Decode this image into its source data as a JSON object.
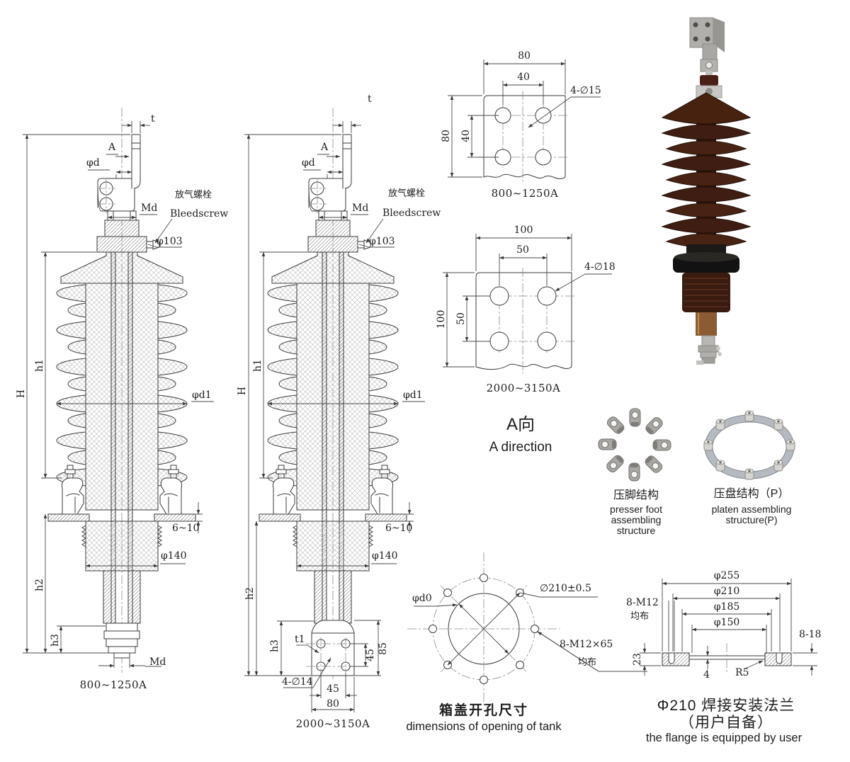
{
  "left_view": {
    "caption": "800~1250A",
    "t": "t",
    "a": "A",
    "phi_d": "φd",
    "md_top": "Md",
    "bleed_cn": "放气螺栓",
    "bleed_en": "Bleedscrew",
    "phi_103": "φ103",
    "h_total": "H",
    "h1": "h1",
    "phi_d1": "φd1",
    "plate_gap": "6~10",
    "phi_140": "φ140",
    "h2": "h2",
    "h3": "h3",
    "md_bottom": "Md"
  },
  "mid_view": {
    "caption": "2000~3150A",
    "t": "t",
    "a": "A",
    "phi_d": "φd",
    "md_top": "Md",
    "bleed_cn": "放气螺栓",
    "bleed_en": "Bleedscrew",
    "phi_103": "φ103",
    "h_total": "H",
    "h1": "h1",
    "phi_d1": "φd1",
    "plate_gap": "6~10",
    "phi_140": "φ140",
    "h2": "h2",
    "h3": "h3",
    "t1": "t1",
    "holes": "4-∅14",
    "hole_pitch_x": "45",
    "pad_w": "80",
    "hole_pitch_y": "45",
    "pad_h": "85"
  },
  "plate_small": {
    "caption": "800~1250A",
    "outer_w": "80",
    "pitch_w": "40",
    "outer_h": "80",
    "pitch_h": "40",
    "holes": "4-∅15"
  },
  "plate_large": {
    "caption": "2000~3150A",
    "outer_w": "100",
    "pitch_w": "50",
    "outer_h": "100",
    "pitch_h": "50",
    "holes": "4-∅18"
  },
  "a_view": {
    "cn": "A向",
    "en": "A direction"
  },
  "presser_foot": {
    "cn": "压脚结构",
    "en1": "presser foot",
    "en2": "assembling",
    "en3": "structure"
  },
  "platen": {
    "cn": "压盘结构（P）",
    "en1": "platen assembling",
    "en2": "structure(P)"
  },
  "tank_opening": {
    "phi_d0": "φd0",
    "bolt_circle": "∅210±0.5",
    "bolts": "8-M12×65",
    "bolts2": "均布",
    "cn": "箱盖开孔尺寸",
    "en": "dimensions of opening of tank"
  },
  "flange": {
    "d1": "φ255",
    "d2": "φ210",
    "d3": "φ185",
    "d4": "φ150",
    "bolts": "8-M12",
    "bolts2": "均布",
    "hole_depth": "8-18",
    "thickness": "23",
    "web": "4",
    "radius": "R5",
    "cn1": "Φ210 焊接安装法兰",
    "cn2": "（用户自备）",
    "en": "the flange is equipped by user"
  }
}
